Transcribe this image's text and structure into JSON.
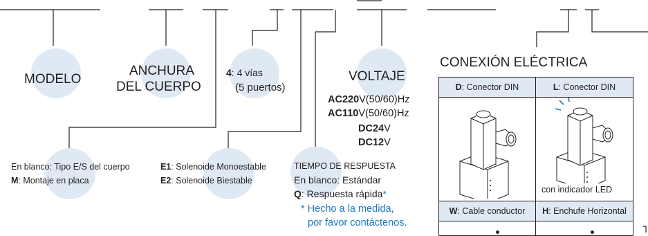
{
  "labels": {
    "model": "MODELO",
    "body_width_line1": "ANCHURA",
    "body_width_line2": "DEL CUERPO",
    "ways_code": "4",
    "ways_text": ": 4 vías",
    "ways_ports": "(5 puertos)",
    "voltage": "VOLTAJE"
  },
  "voltages": [
    {
      "code": "AC220",
      "unit": "V(50/60)Hz"
    },
    {
      "code": "AC110",
      "unit": "V(50/60)Hz"
    },
    {
      "code": "DC24",
      "unit": "V"
    },
    {
      "code": "DC12",
      "unit": "V"
    }
  ],
  "body_type": {
    "blank": "En blanco: Tipo E/S del cuerpo",
    "m_code": "M",
    "m_text": ": Montaje en placa"
  },
  "solenoid": {
    "e1_code": "E1",
    "e1_text": ": Solenoide Monoestable",
    "e2_code": "E2",
    "e2_text": ": Solenoide Biestable"
  },
  "response": {
    "title": "TIEMPO DE RESPUESTA",
    "blank": "En blanco: Estándar",
    "q_code": "Q",
    "q_text": ": Respuesta rápida",
    "asterisk": "*",
    "note1": "* Hecho a la medida,",
    "note2": "por favor contáctenos."
  },
  "connection": {
    "title": "CONEXIÓN ELÉCTRICA",
    "d_code": "D",
    "d_text": ": Conector DIN",
    "l_code": "L",
    "l_text": ": Conector DIN",
    "led_caption": "con indicador LED",
    "w_code": "W",
    "w_text": ": Cable conductor",
    "h_code": "H",
    "h_text": ": Enchufe Horizontal"
  },
  "colors": {
    "circle": "#dfe9f4",
    "accent_blue": "#1a78c2",
    "text": "#231f20"
  }
}
